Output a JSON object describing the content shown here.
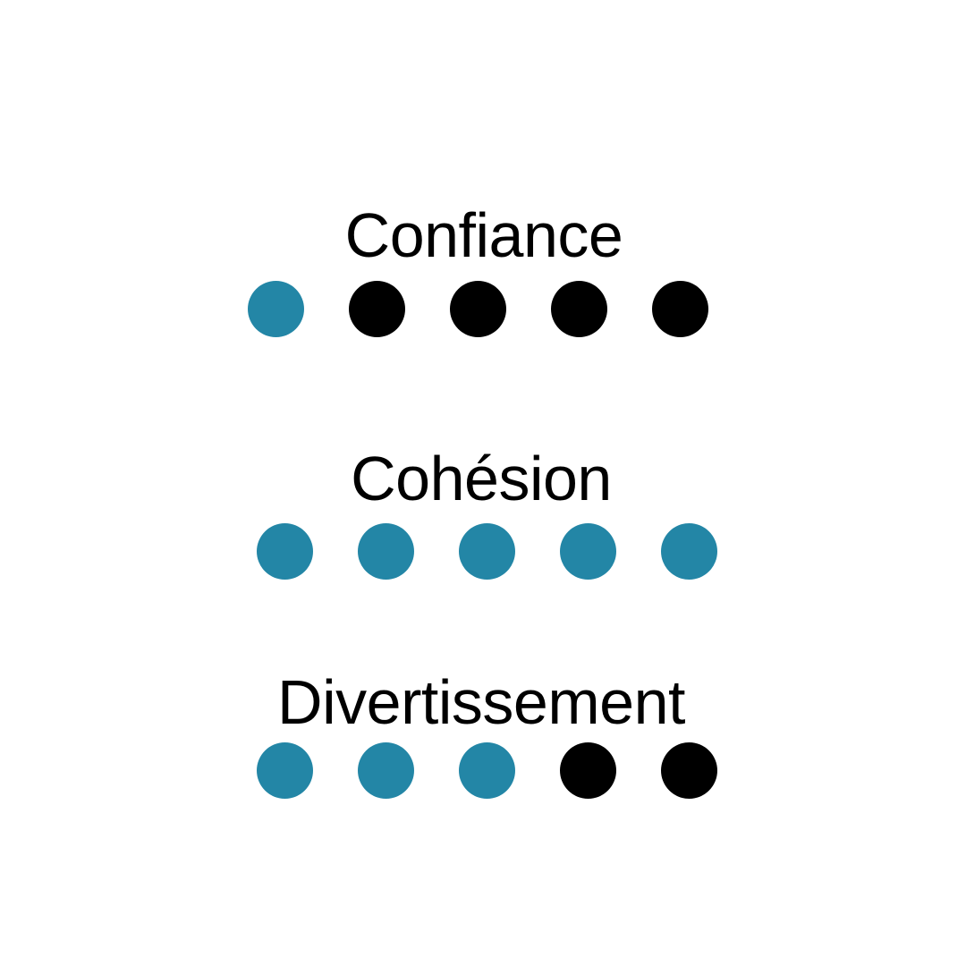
{
  "colors": {
    "filled": "#2386a6",
    "empty": "#000000"
  },
  "ratings": [
    {
      "label": "Confiance",
      "score": 1,
      "max": 5
    },
    {
      "label": "Cohésion",
      "score": 5,
      "max": 5
    },
    {
      "label": "Divertissement",
      "score": 3,
      "max": 5
    }
  ]
}
